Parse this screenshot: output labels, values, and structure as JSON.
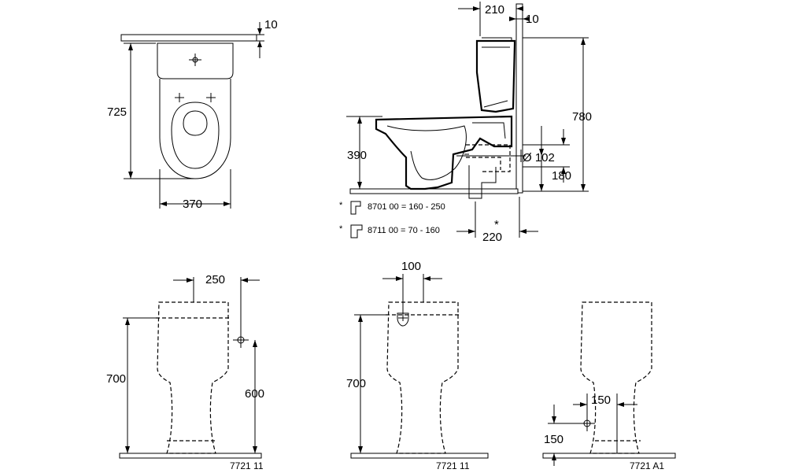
{
  "views": {
    "top": {
      "dim_top": "10",
      "dim_depth": "725",
      "dim_width": "370"
    },
    "side": {
      "dim_tank_depth": "210",
      "dim_wall_gap": "10",
      "dim_height_total": "780",
      "dim_rim_height": "390",
      "dim_outlet_diameter": "Ø 102",
      "dim_outlet_height": "180",
      "dim_outlet_offset": "220",
      "asterisk": "*",
      "options": [
        {
          "marker": "*",
          "text": "8701 00 = 160 - 250"
        },
        {
          "marker": "*",
          "text": "8711 00 = 70 - 160"
        }
      ]
    },
    "variant_1": {
      "dim_width": "250",
      "dim_height": "700",
      "dim_supply_height": "600",
      "code": "7721 11"
    },
    "variant_2": {
      "dim_offset": "100",
      "dim_height": "700",
      "code": "7721 11"
    },
    "variant_3": {
      "dim_supply_offset": "150",
      "dim_supply_height": "150",
      "code": "7721 A1"
    }
  }
}
